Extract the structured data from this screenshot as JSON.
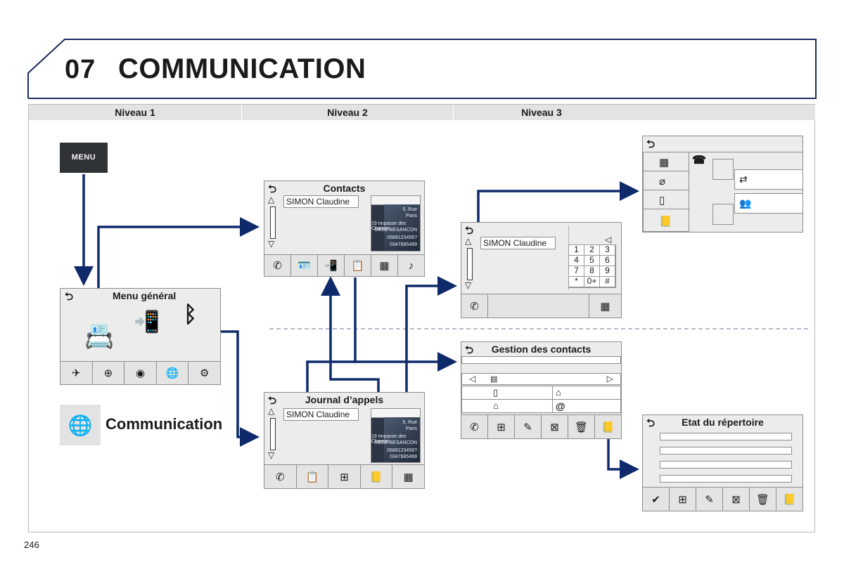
{
  "header": {
    "chapter_number": "07",
    "chapter_title": "COMMUNICATION"
  },
  "levels": [
    "Niveau 1",
    "Niveau 2",
    "Niveau 3"
  ],
  "menu_button": {
    "label": "MENU"
  },
  "menu_general": {
    "title": "Menu général",
    "bar_icons": [
      "bluetooth-phone-icon",
      "navigation-icon",
      "radio-icon",
      "internet-icon",
      "settings-icon"
    ]
  },
  "communication_tile": {
    "label": "Communication",
    "icon": "globe-icon"
  },
  "contacts_screen": {
    "title": "Contacts",
    "selected_contact": "SIMON Claudine",
    "bar_icons": [
      "call-icon",
      "contact-card-icon",
      "call-log-icon",
      "contacts-icon",
      "keypad-icon",
      "ringtone-icon"
    ]
  },
  "contact_photo": {
    "lines": [
      "5, Rue",
      "Paris",
      "19 Impasse des Champs",
      "68000 BESANCON",
      "0689123456?",
      "0347685499"
    ]
  },
  "journal_screen": {
    "title": "Journal d’appels",
    "selected_contact": "SIMON Claudine",
    "bar_icons": [
      "call-icon",
      "contacts-icon",
      "add-contact-icon",
      "directory-icon",
      "keypad-icon"
    ]
  },
  "dial_screen": {
    "selected_contact": "SIMON Claudine",
    "keys": [
      "1",
      "2",
      "3",
      "4",
      "5",
      "6",
      "7",
      "8",
      "9",
      "*",
      "0+",
      "#"
    ],
    "bar_icons": [
      "call-icon",
      "keypad-icon"
    ]
  },
  "gestion_screen": {
    "title": "Gestion des contacts",
    "field_icons": [
      "mobile-icon",
      "work-icon",
      "home-icon"
    ],
    "email_symbol": "@",
    "bar_icons": [
      "call-icon",
      "add-contact-icon",
      "edit-contact-icon",
      "delete-contact-icon",
      "trash-icon",
      "directory-icon"
    ]
  },
  "etat_screen": {
    "title": "Etat du répertoire",
    "confirm_symbol": "✔",
    "bar_icons": [
      "confirm-icon",
      "add-contact-icon",
      "edit-contact-icon",
      "delete-contact-icon",
      "trash-icon",
      "directory-icon"
    ]
  },
  "call_screen": {
    "left_icons": [
      "keypad-icon",
      "mute-icon",
      "handset-icon",
      "directory-icon"
    ],
    "right_icons": [
      "swap-call-icon",
      "conference-icon"
    ]
  },
  "page_number": "246",
  "colors": {
    "arrow": "#0f2a6b",
    "screen_bg": "#ececec",
    "frame": "#8d8d8d",
    "title_bar_bg": "#e3e3e3"
  }
}
